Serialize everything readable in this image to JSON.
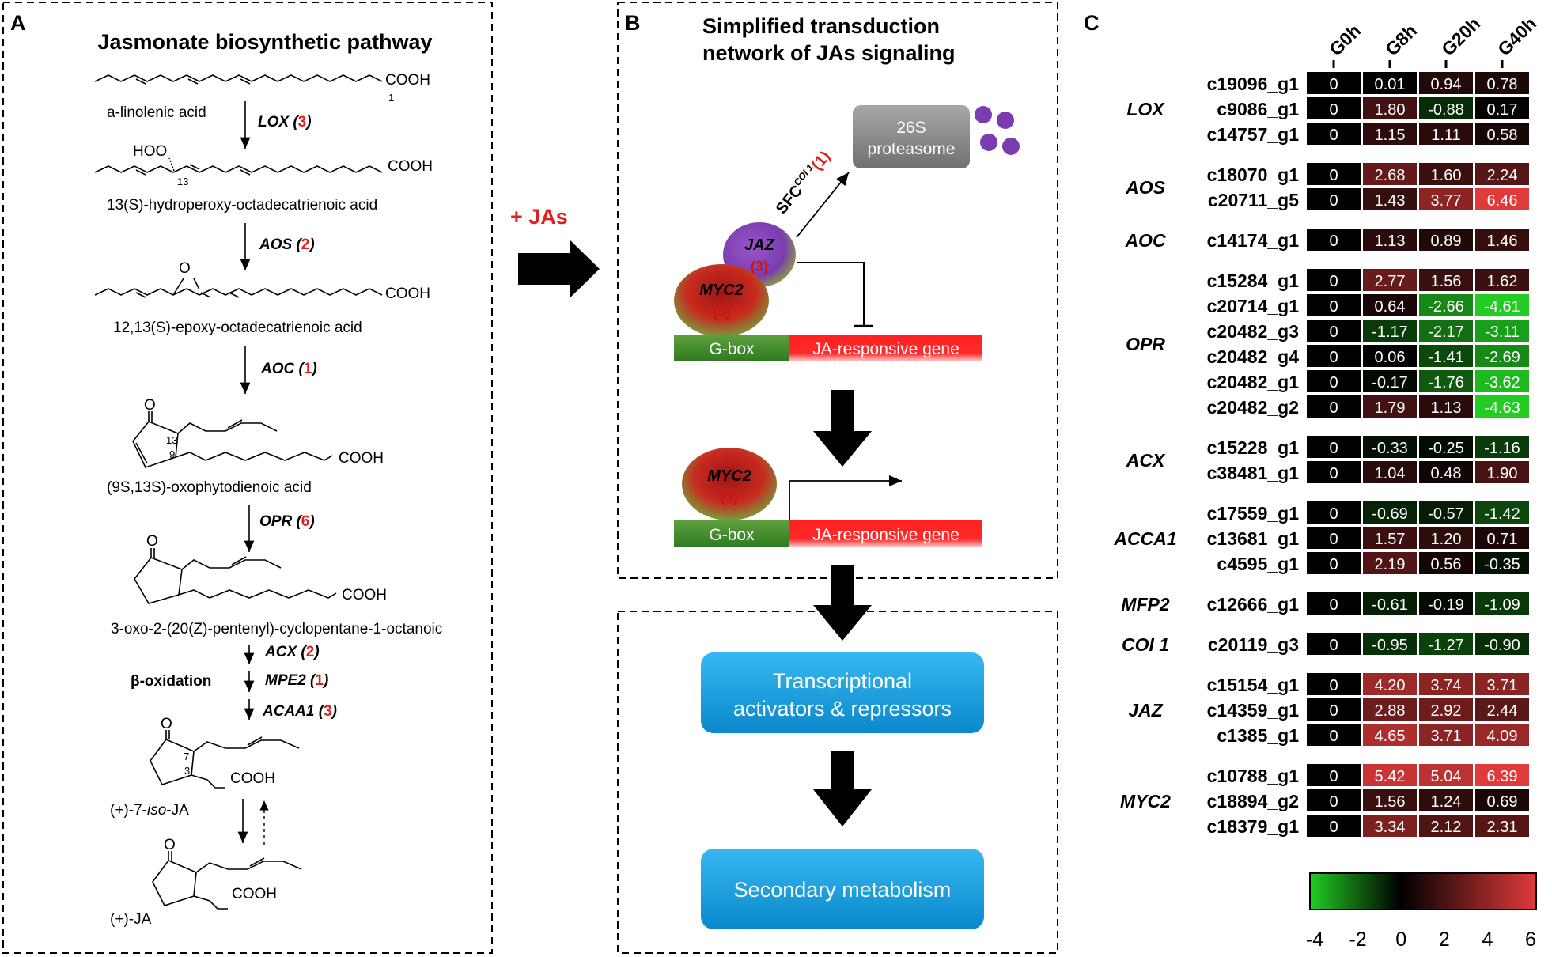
{
  "panel_a": {
    "letter": "A",
    "title": "Jasmonate biosynthetic pathway",
    "compounds": [
      "a-linolenic acid",
      "13(S)-hydroperoxy-octadecatrienoic acid",
      "12,13(S)-epoxy-octadecatrienoic acid",
      "(9S,13S)-oxophytodienoic acid",
      "3-oxo-2-(20(Z)-pentenyl)-cyclopentane-1-octanoic",
      "(+)-7-",
      "(+)-JA"
    ],
    "iso_italic": "iso",
    "iso_suffix": "-JA",
    "chem": {
      "cooh": "COOH",
      "hoo": "HOO",
      "o": "O",
      "one": "1",
      "thirteen": "13",
      "nine": "9",
      "seven": "7",
      "three": "3"
    },
    "enzymes": [
      {
        "name": "LOX",
        "count": "3"
      },
      {
        "name": "AOS",
        "count": "2"
      },
      {
        "name": "AOC",
        "count": "1"
      },
      {
        "name": "OPR",
        "count": "6"
      },
      {
        "name": "ACX",
        "count": "2"
      },
      {
        "name": "MPE2",
        "count": "1"
      },
      {
        "name": "ACAA1",
        "count": "3"
      }
    ],
    "beta_oxidation": "β-oxidation",
    "plus_jas": "+ JAs"
  },
  "panel_b": {
    "letter": "B",
    "title_line1": "Simplified transduction",
    "title_line2": "network of JAs signaling",
    "proteasome_line1": "26S",
    "proteasome_line2": "proteasome",
    "sfc_base": "SFC",
    "sfc_sup": "COI 1",
    "sfc_count": "(1)",
    "jaz_label": "JAZ",
    "jaz_count": "3",
    "myc2_label": "MYC2",
    "myc2_count": "3",
    "gbox": "G-box",
    "ja_gene": "JA-responsive gene",
    "box1_line1": "Transcriptional",
    "box1_line2": "activators & repressors",
    "box2": "Secondary metabolism",
    "colors": {
      "red": "#ff1a1a",
      "green": "#3f8a2c",
      "blue": "#1ea0e0",
      "purple": "#8040b0"
    }
  },
  "panel_c": {
    "letter": "C",
    "columns": [
      "G0h",
      "G8h",
      "G20h",
      "G40h"
    ],
    "groups": [
      {
        "family": "LOX",
        "genes": [
          {
            "id": "c19096_g1",
            "values": [
              "0",
              "0.01",
              "0.94",
              "0.78"
            ]
          },
          {
            "id": "c9086_g1",
            "values": [
              "0",
              "1.80",
              "-0.88",
              "0.17"
            ]
          },
          {
            "id": "c14757_g1",
            "values": [
              "0",
              "1.15",
              "1.11",
              "0.58"
            ]
          }
        ]
      },
      {
        "family": "AOS",
        "genes": [
          {
            "id": "c18070_g1",
            "values": [
              "0",
              "2.68",
              "1.60",
              "2.24"
            ]
          },
          {
            "id": "c20711_g5",
            "values": [
              "0",
              "1.43",
              "3.77",
              "6.46"
            ]
          }
        ]
      },
      {
        "family": "AOC",
        "genes": [
          {
            "id": "c14174_g1",
            "values": [
              "0",
              "1.13",
              "0.89",
              "1.46"
            ]
          }
        ]
      },
      {
        "family": "OPR",
        "genes": [
          {
            "id": "c15284_g1",
            "values": [
              "0",
              "2.77",
              "1.56",
              "1.62"
            ]
          },
          {
            "id": "c20714_g1",
            "values": [
              "0",
              "0.64",
              "-2.66",
              "-4.61"
            ]
          },
          {
            "id": "c20482_g3",
            "values": [
              "0",
              "-1.17",
              "-2.17",
              "-3.11"
            ]
          },
          {
            "id": "c20482_g4",
            "values": [
              "0",
              "0.06",
              "-1.41",
              "-2.69"
            ]
          },
          {
            "id": "c20482_g1",
            "values": [
              "0",
              "-0.17",
              "-1.76",
              "-3.62"
            ]
          },
          {
            "id": "c20482_g2",
            "values": [
              "0",
              "1.79",
              "1.13",
              "-4.63"
            ]
          }
        ]
      },
      {
        "family": "ACX",
        "genes": [
          {
            "id": "c15228_g1",
            "values": [
              "0",
              "-0.33",
              "-0.25",
              "-1.16"
            ]
          },
          {
            "id": "c38481_g1",
            "values": [
              "0",
              "1.04",
              "0.48",
              "1.90"
            ]
          }
        ]
      },
      {
        "family": "ACCA1",
        "genes": [
          {
            "id": "c17559_g1",
            "values": [
              "0",
              "-0.69",
              "-0.57",
              "-1.42"
            ]
          },
          {
            "id": "c13681_g1",
            "values": [
              "0",
              "1.57",
              "1.20",
              "0.71"
            ]
          },
          {
            "id": "c4595_g1",
            "values": [
              "0",
              "2.19",
              "0.56",
              "-0.35"
            ]
          }
        ]
      },
      {
        "family": "MFP2",
        "genes": [
          {
            "id": "c12666_g1",
            "values": [
              "0",
              "-0.61",
              "-0.19",
              "-1.09"
            ]
          }
        ]
      },
      {
        "family": "COI 1",
        "genes": [
          {
            "id": "c20119_g3",
            "values": [
              "0",
              "-0.95",
              "-1.27",
              "-0.90"
            ]
          }
        ]
      },
      {
        "family": "JAZ",
        "genes": [
          {
            "id": "c15154_g1",
            "values": [
              "0",
              "4.20",
              "3.74",
              "3.71"
            ]
          },
          {
            "id": "c14359_g1",
            "values": [
              "0",
              "2.88",
              "2.92",
              "2.44"
            ]
          },
          {
            "id": "c1385_g1",
            "values": [
              "0",
              "4.65",
              "3.71",
              "4.09"
            ]
          }
        ]
      },
      {
        "family": "MYC2",
        "genes": [
          {
            "id": "c10788_g1",
            "values": [
              "0",
              "5.42",
              "5.04",
              "6.39"
            ]
          },
          {
            "id": "c18894_g2",
            "values": [
              "0",
              "1.56",
              "1.24",
              "0.69"
            ]
          },
          {
            "id": "c18379_g1",
            "values": [
              "0",
              "3.34",
              "2.12",
              "2.31"
            ]
          }
        ]
      }
    ],
    "scale_ticks": [
      "-4",
      "-2",
      "0",
      "2",
      "4",
      "6"
    ],
    "scale_colors": {
      "low": "#22cc22",
      "mid": "#000000",
      "high": "#e03a3a"
    }
  }
}
